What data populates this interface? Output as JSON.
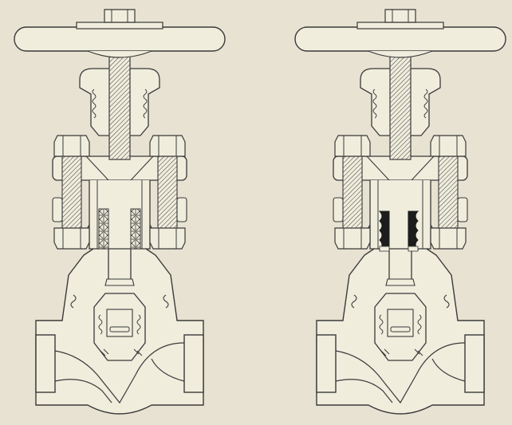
{
  "figure": {
    "views": [
      {
        "id": "left",
        "packing": "braided-rings"
      },
      {
        "id": "right",
        "packing": "molded-rings"
      }
    ],
    "colors": {
      "background": "#e8e2d2",
      "body_fill": "#f0eddd",
      "outline": "#3a3a3a",
      "packing_dark": "#1c1c1c"
    }
  }
}
